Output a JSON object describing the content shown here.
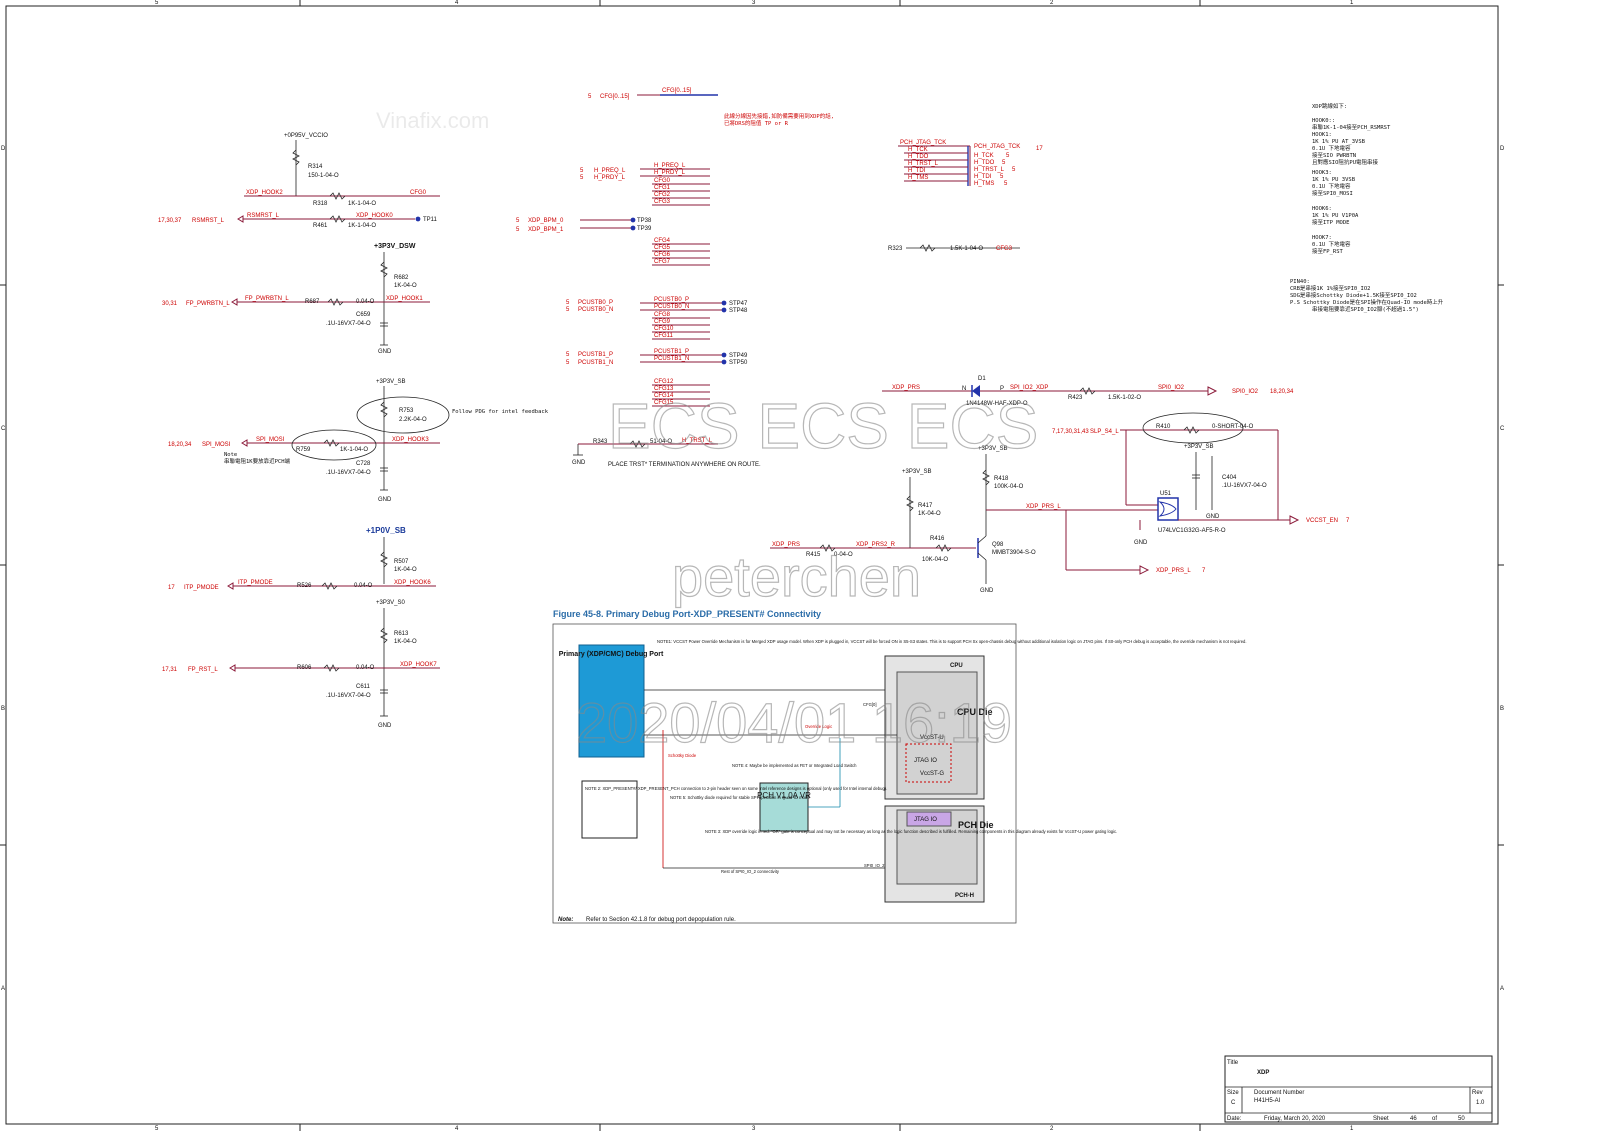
{
  "border": {
    "top_numbers": [
      "5",
      "4",
      "3",
      "2",
      "1"
    ],
    "side_letters": [
      "D",
      "C",
      "B",
      "A"
    ]
  },
  "watermarks": {
    "vinafix": "Vinafix.com",
    "ecs": "ECS ECS ECS",
    "user": "peterchen",
    "date": "2020/04/01 16:19"
  },
  "left_col": {
    "vccio_rail": "+0P95V_VCCIO",
    "r314": "R314",
    "r314_val": "150-1-04-O",
    "xdp_hook2": "XDP_HOOK2",
    "r318": "R318",
    "r318_val": "1K-1-04-O",
    "cfg0": "CFG0",
    "rsmrst_pages": "17,30,37",
    "rsmrst": "RSMRST_L",
    "rsmrst_net": "RSMRST_L",
    "r461": "R461",
    "r461_val": "1K-1-04-O",
    "xdp_hook0": "XDP_HOOK0",
    "tp11": "TP11",
    "dsw_rail": "+3P3V_DSW",
    "r682": "R682",
    "r682_val": "1K-04-O",
    "fp_pages": "30,31",
    "fp_pwrbtn": "FP_PWRBTN_L",
    "fp_pwrbtn_net": "FP_PWRBTN_L",
    "r687": "R687",
    "c659_num": "0.04-O",
    "xdp_hook1": "XDP_HOOK1",
    "c659": "C659",
    "c659_val": ".1U-16VX7-04-O",
    "gnd": "GND",
    "sb_rail": "+3P3V_SB",
    "r753": "R753",
    "r753_val": "2.2K-04-O",
    "follow_note": "Follow PDG for intel feedback",
    "spi_pages": "18,20,34",
    "spi_mosi": "SPI_MOSI",
    "spi_mosi_net": "SPI_MOSI",
    "r759": "R759",
    "r759_val": "1K-1-04-O",
    "xdp_hook3": "XDP_HOOK3",
    "note_label": "Note",
    "note_text": "串聯電阻1K要放靠近PCH端",
    "c728": "C728",
    "c728_val": ".1U-16VX7-04-O",
    "p1v_rail": "+1P0V_SB",
    "r507": "R507",
    "r507_val": "1K-04-O",
    "itp_pages": "17",
    "itp_pmode": "ITP_PMODE",
    "itp_pmode_net": "ITP_PMODE",
    "r526": "R526",
    "r526_val": "0.04-O",
    "xdp_hook6": "XDP_HOOK6",
    "s0_rail": "+3P3V_S0",
    "r613": "R613",
    "r613_val": "1K-04-O",
    "fprst_pages": "17,31",
    "fp_rst": "FP_RST_L",
    "r606": "R606",
    "r606_val": "0.04-O",
    "xdp_hook7": "XDP_HOOK7",
    "c611": "C611",
    "c611_val": ".1U-16VX7-04-O"
  },
  "mid_col": {
    "cfg_page": "5",
    "cfg_bus": "CFG[0..15]",
    "cfg_bus2": "CFG[0..15]",
    "chinese_note_1": "此線分線因先接錯,如防備需要用到XDP的話,",
    "chinese_note_2": "已將DRS的阻值 TP or R",
    "h_preq": "H_PREQ_L",
    "h_prdy": "H_PRDY_L",
    "hp_page": "5",
    "cfg_lines_a": [
      "CFG0",
      "CFG1",
      "CFG2",
      "CFG3"
    ],
    "xdp_bpm0": "XDP_BPM_0",
    "xdp_bpm1": "XDP_BPM_1",
    "bpm_page": "5",
    "tp38": "TP38",
    "tp39": "TP39",
    "cfg_lines_b": [
      "CFG4",
      "CFG5",
      "CFG6",
      "CFG7"
    ],
    "pcustb0p": "PCUSTB0_P",
    "pcustb0n": "PCUSTB0_N",
    "stp47": "STP47",
    "stp48": "STP48",
    "cfg_lines_c": [
      "CFG8",
      "CFG9",
      "CFG10",
      "CFG11"
    ],
    "pcustb1p": "PCUSTB1_P",
    "pcustb1n": "PCUSTB1_N",
    "stp49": "STP49",
    "stp50": "STP50",
    "cfg_lines_d": [
      "CFG12",
      "CFG13",
      "CFG14",
      "CFG15"
    ],
    "r343": "R343",
    "r343_val": "51-04-O",
    "h_trst": "H_TRST_L",
    "trst_note": "PLACE TRST* TERMINATION ANYWHERE ON ROUTE."
  },
  "jtag": {
    "pch_tck": "PCH_JTAG_TCK",
    "pch_tck2": "PCH_JTAG_TCK",
    "pch_tck_page": "17",
    "left": [
      "H_TCK",
      "H_TDO",
      "H_TRST_L",
      "H_TDI",
      "H_TMS"
    ],
    "right": [
      "H_TCK",
      "H_TDO",
      "H_TRST_L",
      "H_TDI",
      "H_TMS"
    ],
    "page": "5",
    "r323": "R323",
    "r323_val": "1.5K-1-04-O",
    "cfg3": "CFG3"
  },
  "right_note": {
    "title": "XDP跳線如下:",
    "lines": [
      "HOOK0::",
      "串聯1K-1-04接至PCH_RSMRST",
      "HOOK1:",
      "1K 1% PU AT_3VSB",
      "0.1U 下地電容",
      "接至SIO PWRBTN",
      "且對應SIO阻抗PU電阻串接",
      "HOOK3:",
      "1K 1% PU 3VSB",
      "0.1U 下地電容",
      "接至SPI0_MOSI",
      "HOOK6:",
      "1K 1% PU V1P0A",
      "接至ITP MODE",
      "HOOK7:",
      "0.1U 下地電容",
      "接至FP_RST"
    ],
    "pin_title": "PIN40:",
    "pin_lines": [
      "CRB是串接1K 1%接至SPI0_IO2",
      "SDG是串接Schottky Diode+1.5K接至SPI0_IO2",
      "P.S Schottky Diode是在SPI操作在Quad-IO mode時上升",
      "串接電阻要靠近SPI0_IO2腳(不超過1.5\")"
    ]
  },
  "present": {
    "xdp_prs": "XDP_PRS",
    "d1": "D1",
    "n": "N",
    "p": "P",
    "d1_part": "1N4148W-HAF-XDP-O",
    "spi_io2_xdp": "SPI_IO2_XDP",
    "r423": "R423",
    "r423_val": "1.5K-1-02-O",
    "spi0_io2": "SPI0_IO2",
    "spi0_io2_net": "SPI0_IO2",
    "spi0_pages": "18,20,34",
    "slp_pages": "7,17,30,31,43",
    "slp_s4": "SLP_S4_L",
    "r410": "R410",
    "r410_val": "0-SHORT-04-O",
    "sb_rail_a": "+3P3V_SB",
    "sb_rail_b": "+3P3V_SB",
    "sb_rail_c": "+3P3V_SB",
    "r418": "R418",
    "r418_val": "100K-04-O",
    "c404": "C404",
    "c404_val": ".1U-16VX7-04-O",
    "xdp_prs_l": "XDP_PRS_L",
    "u51": "U51",
    "u51_part": "U74LVC1G32G-AF5-R-O",
    "vccst_en": "VCCST_EN",
    "vccst_page": "7",
    "r417": "R417",
    "r417_val": "1K-04-O",
    "xdp_prs2": "XDP_PRS",
    "r415": "R415",
    "r415_val": "0-04-O",
    "xdp_prs2_r": "XDP_PRS2_R",
    "r416": "R416",
    "r416_val": "10K-04-O",
    "q98": "Q98",
    "q98_part": "MMBT3904-S-O",
    "xdp_prs_l_out": "XDP_PRS_L",
    "xdp_prs_l_page": "7"
  },
  "figure": {
    "title": "Figure 45-8. Primary Debug Port-XDP_PRESENT# Connectivity",
    "debug_box": "Primary (XDP/CMC) Debug Port",
    "cpu": "CPU",
    "cpu_die": "CPU Die",
    "jtag_io": "JTAG IO",
    "vccst_u": "VccST-U",
    "vccst_g": "VccST-G",
    "pch_die": "PCH Die",
    "pch_h": "PCH-H",
    "pch_jtag": "JTAG IO",
    "vr": "PCH V1.0A VR",
    "note1": "NOTE1: VCCST Power Override Mechanism is for Merged XDP usage model. When XDP is plugged in, VCCST will be forced ON in S5-S3 states. This is to support PCH Sx open-chassis debug without additional isolation logic on JTAG pins. If S0-only PCH debug is acceptable, the override mechanism is not required.",
    "note2": "NOTE 2: XDP_PRESENT#/ XDP_PRESENT_PCH connection to 2-pin header seen on some Intel reference designs is optional (only used for Intel internal debug).",
    "note4": "NOTE 4: Maybe be implemented as FET or Integrated Load Switch",
    "note5": "NOTE 5: Schottky diode required for stable SPI operation in Quad-IO mode",
    "note3": "NOTE 3: XDP override logic in red. \"OR\" gate is conceptual and may not be necessary as long as the logic function described is fulfilled. Remaining components in this diagram already exists for VccST-U power gating logic.",
    "schottky": "Schottky Diode",
    "override": "Override Logic",
    "cfg0": "CFG[0]",
    "spi_io2": "SPI0_IO_2",
    "rest_spi": "Rest of SPI0_IO_2 connectivity",
    "footnote_label": "Note:",
    "footnote": "Refer to Section 42.1.8 for debug port depopulation rule."
  },
  "title_block": {
    "title_label": "Title",
    "title": "XDP",
    "size_label": "Size",
    "size": "C",
    "doc_label": "Document Number",
    "doc": "H41H5-AI",
    "rev_label": "Rev",
    "rev": "1.0",
    "date_label": "Date:",
    "date": "Friday, March 20, 2020",
    "sheet_label": "Sheet",
    "sheet": "46",
    "of_label": "of",
    "total": "50"
  }
}
